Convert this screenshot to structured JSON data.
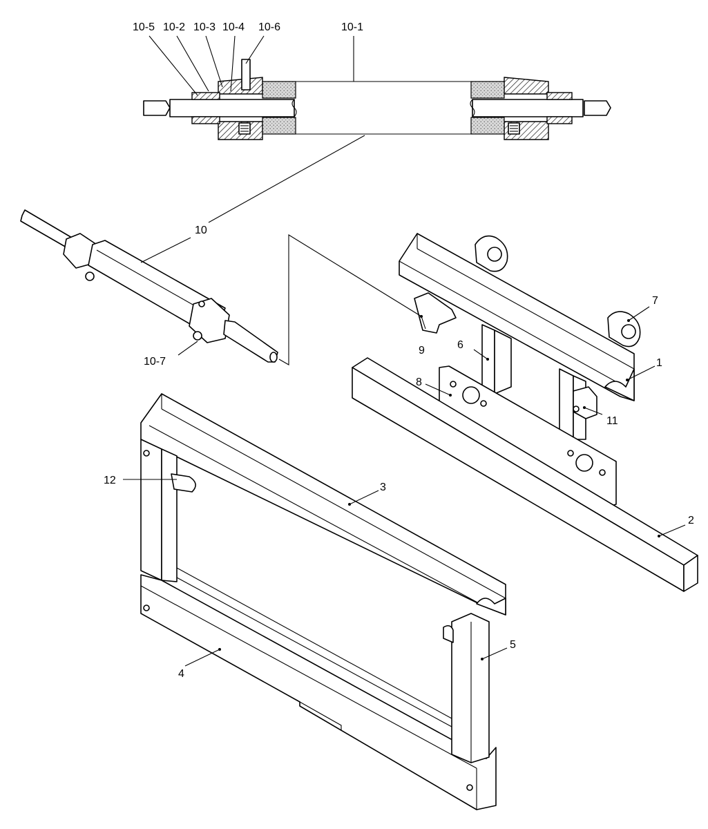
{
  "callouts": {
    "c10_5": "10-5",
    "c10_2": "10-2",
    "c10_3": "10-3",
    "c10_4": "10-4",
    "c10_6": "10-6",
    "c10_1": "10-1",
    "c10": "10",
    "c10_7": "10-7",
    "c7": "7",
    "c1": "1",
    "c9": "9",
    "c6": "6",
    "c8": "8",
    "c11": "11",
    "c2": "2",
    "c12": "12",
    "c3": "3",
    "c5": "5",
    "c4": "4"
  }
}
